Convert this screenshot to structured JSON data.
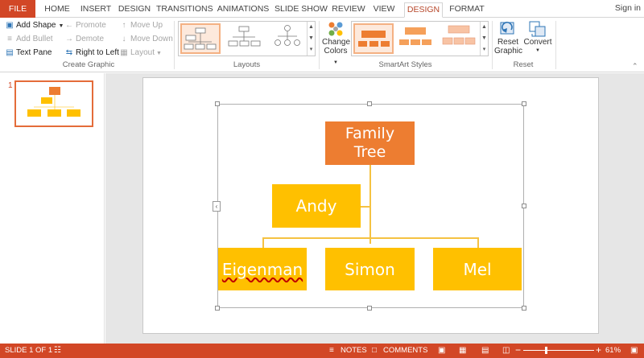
{
  "tabs": [
    "FILE",
    "HOME",
    "INSERT",
    "DESIGN",
    "TRANSITIONS",
    "ANIMATIONS",
    "SLIDE SHOW",
    "REVIEW",
    "VIEW",
    "DESIGN",
    "FORMAT"
  ],
  "signin": "Sign in",
  "create_graphic": {
    "add_shape": "Add Shape",
    "add_bullet": "Add Bullet",
    "text_pane": "Text Pane",
    "promote": "Promote",
    "demote": "Demote",
    "right_to_left": "Right to Left",
    "move_up": "Move Up",
    "move_down": "Move Down",
    "layout": "Layout",
    "label": "Create Graphic"
  },
  "layouts": {
    "label": "Layouts"
  },
  "smartart_styles": {
    "change_colors_1": "Change",
    "change_colors_2": "Colors",
    "label": "SmartArt Styles"
  },
  "reset": {
    "reset_graphic_1": "Reset",
    "reset_graphic_2": "Graphic",
    "convert": "Convert",
    "label": "Reset"
  },
  "thumbnail": {
    "slide_number": "1"
  },
  "diagram": {
    "top": "Family Tree",
    "top_line1": "Family",
    "top_line2": "Tree",
    "assistant": "Andy",
    "children": [
      "Eigenman",
      "Simon",
      "Mel"
    ]
  },
  "status": {
    "slide": "SLIDE 1 OF 1",
    "notes": "NOTES",
    "comments": "COMMENTS",
    "zoom": "61%"
  },
  "colors": {
    "accent_orange": "#ed7d31",
    "box_gold": "#ffc000",
    "status_bar": "#d24726"
  }
}
